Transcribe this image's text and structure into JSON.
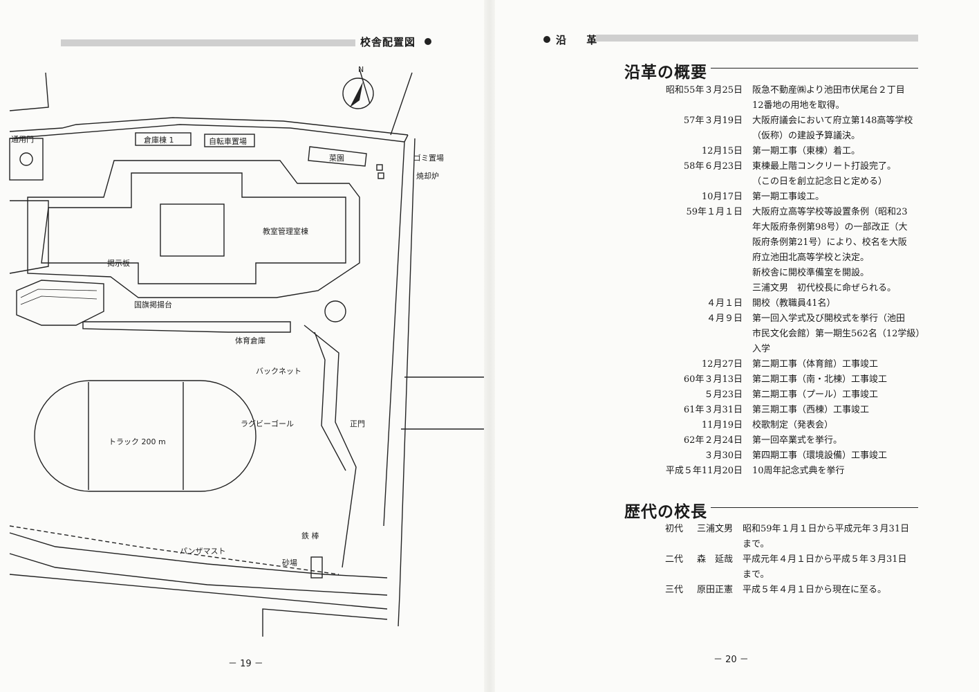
{
  "left_page": {
    "header_title": "校舎配置図",
    "page_number": "－ 19 －",
    "map_labels": {
      "north": "N",
      "entrance_side": "通用門",
      "storage1": "倉庫棟 1",
      "bicycle": "自転車置場",
      "garden": "菜園",
      "trash": "ゴミ置場",
      "incinerator": "焼却炉",
      "main_building": "教室管理室棟",
      "bulletin": "掲示板",
      "flag_stand": "国旗掲揚台",
      "gym_storage": "体育倉庫",
      "backnet": "バックネット",
      "rugby_goal": "ラグビーゴール",
      "main_gate": "正門",
      "track": "トラック 200 m",
      "iron_bar": "鉄 棒",
      "flag_pole": "パンザマスト",
      "sandpit": "砂場"
    }
  },
  "right_page": {
    "header_title": "沿 革",
    "page_number": "－ 20 －",
    "history_title": "沿革の概要",
    "history": [
      {
        "date": "昭和55年３月25日",
        "lines": [
          "阪急不動産㈱より池田市伏尾台２丁目",
          "12番地の用地を取得。"
        ]
      },
      {
        "date": "57年３月19日",
        "lines": [
          "大阪府議会において府立第148高等学校",
          "（仮称）の建設予算議決。"
        ]
      },
      {
        "date": "12月15日",
        "lines": [
          "第一期工事（東棟）着工。"
        ]
      },
      {
        "date": "58年６月23日",
        "lines": [
          "東棟最上階コンクリート打設完了。",
          "（この日を創立記念日と定める）"
        ]
      },
      {
        "date": "10月17日",
        "lines": [
          "第一期工事竣工。"
        ]
      },
      {
        "date": "59年１月１日",
        "lines": [
          "大阪府立高等学校等設置条例（昭和23",
          "年大阪府条例第98号）の一部改正（大",
          "阪府条例第21号）により、校名を大阪",
          "府立池田北高等学校と決定。",
          "新校舎に開校準備室を開設。",
          "三浦文男　初代校長に命ぜられる。"
        ]
      },
      {
        "date": "４月１日",
        "lines": [
          "開校（教職員41名）"
        ]
      },
      {
        "date": "４月９日",
        "lines": [
          "第一回入学式及び開校式を挙行（池田",
          "市民文化会館）第一期生562名（12学級）",
          "入学"
        ]
      },
      {
        "date": "12月27日",
        "lines": [
          "第二期工事（体育館）工事竣工"
        ]
      },
      {
        "date": "60年３月13日",
        "lines": [
          "第二期工事（南・北棟）工事竣工"
        ]
      },
      {
        "date": "５月23日",
        "lines": [
          "第二期工事（プール）工事竣工"
        ]
      },
      {
        "date": "61年３月31日",
        "lines": [
          "第三期工事（西棟）工事竣工"
        ]
      },
      {
        "date": "11月19日",
        "lines": [
          "校歌制定（発表会）"
        ]
      },
      {
        "date": "62年２月24日",
        "lines": [
          "第一回卒業式を挙行。"
        ]
      },
      {
        "date": "３月30日",
        "lines": [
          "第四期工事（環境設備）工事竣工"
        ]
      },
      {
        "date": "平成５年11月20日",
        "lines": [
          "10周年記念式典を挙行"
        ]
      }
    ],
    "principals_title": "歴代の校長",
    "principals": [
      {
        "order": "初代",
        "name": "三浦文男",
        "lines": [
          "昭和59年１月１日から平成元年３月31日",
          "まで。"
        ]
      },
      {
        "order": "二代",
        "name": "森　延哉",
        "lines": [
          "平成元年４月１日から平成５年３月31日",
          "まで。"
        ]
      },
      {
        "order": "三代",
        "name": "原田正憲",
        "lines": [
          "平成５年４月１日から現在に至る。"
        ]
      }
    ]
  }
}
